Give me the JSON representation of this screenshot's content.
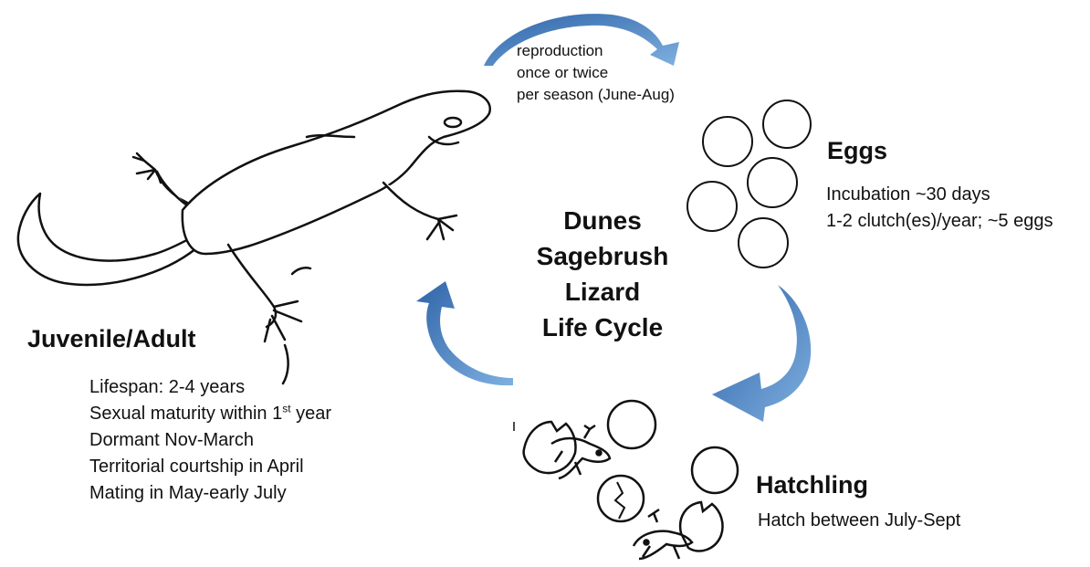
{
  "diagram": {
    "title_lines": [
      "Dunes",
      "Sagebrush",
      "Lizard",
      "Life Cycle"
    ],
    "reproduction_note": [
      "reproduction",
      "once or twice",
      "per season (June-Aug)"
    ],
    "stages": {
      "eggs": {
        "title": "Eggs",
        "details": [
          "Incubation ~30 days",
          "1-2 clutch(es)/year; ~5 eggs"
        ]
      },
      "hatchling": {
        "title": "Hatchling",
        "details": [
          "Hatch between July-Sept"
        ]
      },
      "adult": {
        "title": "Juvenile/Adult",
        "details": [
          "Lifespan: 2-4 years",
          {
            "before": "Sexual maturity within 1",
            "sup": "st",
            "after": " year"
          },
          "Dormant Nov-March",
          "Territorial courtship in April",
          "Mating in May-early July"
        ]
      }
    },
    "colors": {
      "arrow": "#5b8fc9",
      "arrow_dark": "#2f64a8",
      "line_art": "#111111",
      "text": "#111111"
    }
  }
}
